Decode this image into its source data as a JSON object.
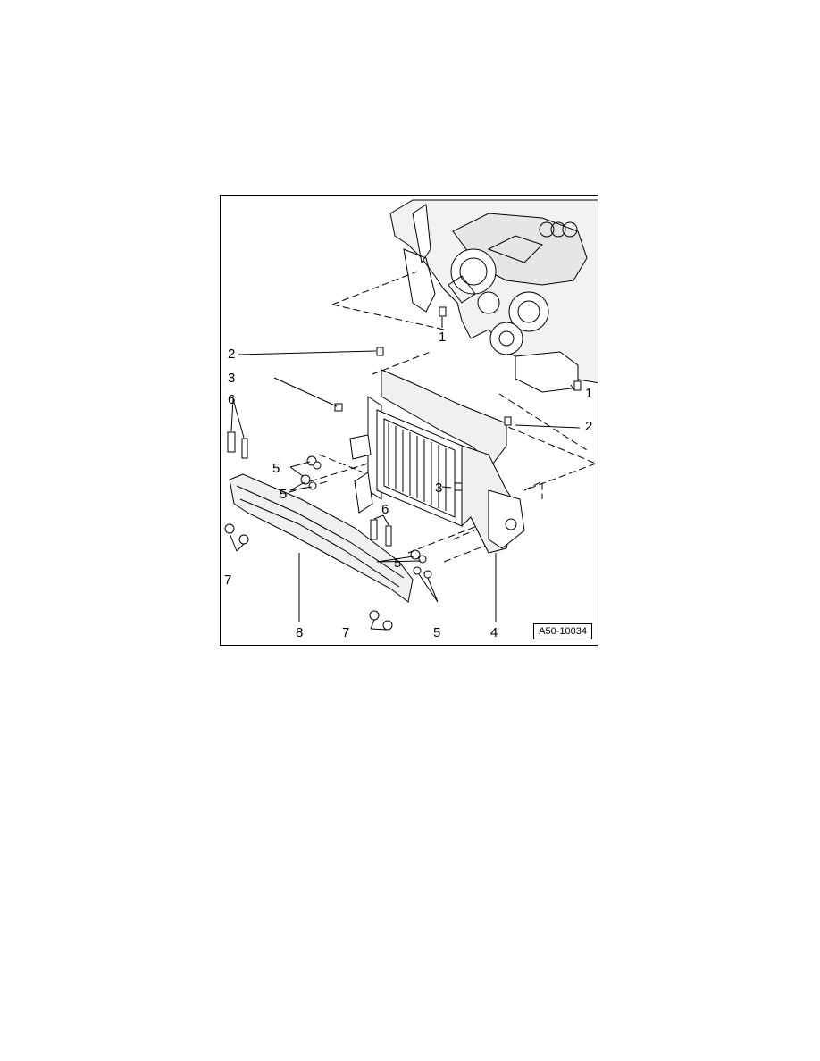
{
  "figure": {
    "code": "A50-10034",
    "callouts": {
      "c1a": "1",
      "c1b": "1",
      "c2a": "2",
      "c2b": "2",
      "c3a": "3",
      "c3b": "3",
      "c4": "4",
      "c5a": "5",
      "c5b": "5",
      "c5c": "5",
      "c5d": "5",
      "c6a": "6",
      "c6b": "6",
      "c7a": "7",
      "c7b": "7",
      "c8": "8"
    }
  }
}
